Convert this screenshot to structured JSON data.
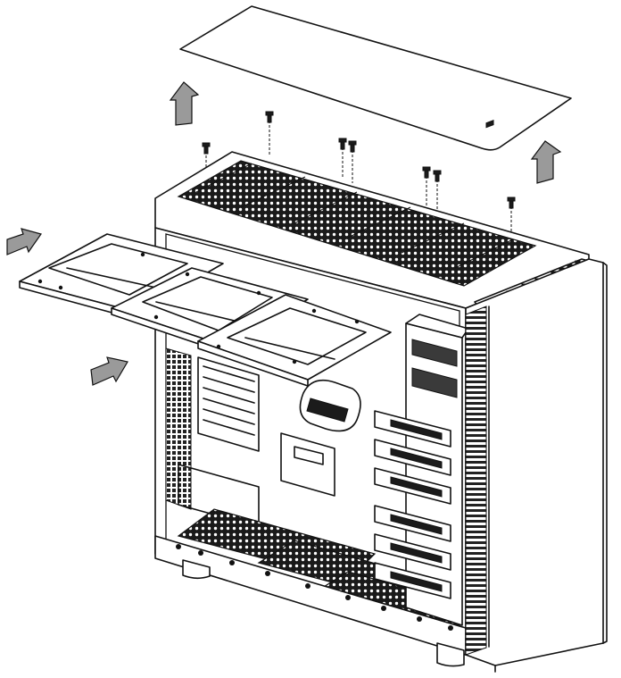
{
  "diagram": {
    "arrow_color": "#9a9a9a",
    "line_color": "#111111",
    "parts": [
      "top-panel-cover",
      "top-screws",
      "top-fan-mesh",
      "ssd-bracket-tray",
      "case-body",
      "drive-cage",
      "front-bezel"
    ],
    "arrows": [
      {
        "direction": "up",
        "target": "top-panel-cover"
      },
      {
        "direction": "up",
        "target": "top-panel-cover"
      },
      {
        "direction": "right",
        "target": "ssd-bracket-tray"
      },
      {
        "direction": "right",
        "target": "ssd-bracket-tray"
      },
      {
        "direction": "right",
        "target": "drive-bays"
      }
    ]
  }
}
